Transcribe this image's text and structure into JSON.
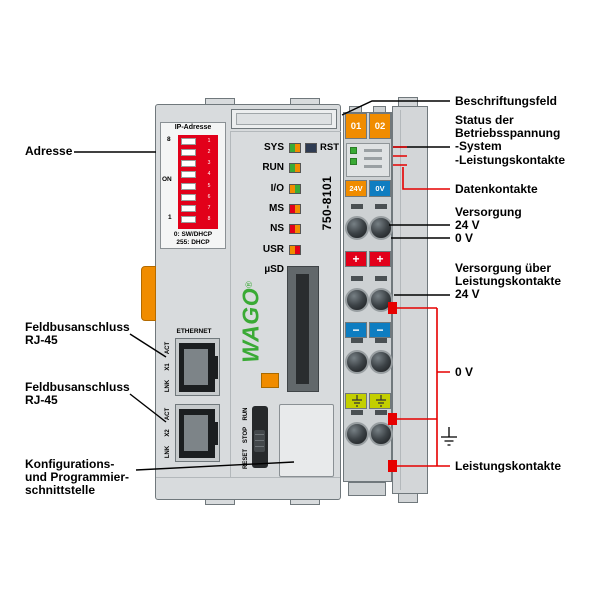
{
  "annotations": {
    "adresse": "Adresse",
    "feldbus1_line1": "Feldbusanschluss",
    "feldbus1_line2": "RJ-45",
    "feldbus2_line1": "Feldbusanschluss",
    "feldbus2_line2": "RJ-45",
    "konfig_line1": "Konfigurations-",
    "konfig_line2": "und Programmier-",
    "konfig_line3": "schnittstelle",
    "beschriftungsfeld": "Beschriftungsfeld",
    "status_line1": "Status der",
    "status_line2": "Betriebsspannung",
    "status_line3": "-System",
    "status_line4": "-Leistungskontakte",
    "datenkontakte": "Datenkontakte",
    "versorgung": "Versorgung",
    "versorgung_24v": "24 V",
    "versorgung_0v": "0 V",
    "vlk_line1": "Versorgung über",
    "vlk_line2": "Leistungskontakte",
    "vlk_line3": "24 V",
    "null_v": "0 V",
    "leistungskontakte": "Leistungskontakte"
  },
  "device": {
    "dip_title": "IP-Adresse",
    "dip_top": "8",
    "dip_on": "ON",
    "dip_bottom": "1",
    "dip_numbers": [
      "1",
      "2",
      "3",
      "4",
      "5",
      "6",
      "7",
      "8"
    ],
    "dip_note1": "0: SW/DHCP",
    "dip_note2": "255: DHCP",
    "led_sys": "SYS",
    "led_run": "RUN",
    "led_io": "I/O",
    "led_ms": "MS",
    "led_ns": "NS",
    "led_usr": "USR",
    "led_usd": "µSD",
    "rst": "RST",
    "model": "750-8101",
    "brand": "WAGO",
    "brand_reg": "®",
    "ethernet": "ETHERNET",
    "port1_act": "ACT",
    "port1_x": "X1",
    "port1_lnk": "LNK",
    "port2_act": "ACT",
    "port2_x": "X2",
    "port2_lnk": "LNK",
    "mode_run": "RUN",
    "mode_stop": "STOP",
    "mode_reset": "RESET",
    "conn_01": "01",
    "conn_02": "02",
    "t_24v": "24V",
    "t_0v": "0V",
    "t_plus": "+",
    "t_minus": "−"
  },
  "colors": {
    "wago_green": "#3aaa35",
    "orange": "#f08c00",
    "signal_red": "#e2001a",
    "blue": "#0e7dc1",
    "pe_yellow_green": "#c3cf00",
    "callout_red": "#e60000",
    "led_colors": {
      "sys": [
        "#3aaa35",
        "#f08c00"
      ],
      "run": [
        "#3aaa35",
        "#f08c00"
      ],
      "io": [
        "#f08c00",
        "#3aaa35"
      ],
      "ms": [
        "#e2001a",
        "#f08c00"
      ],
      "ns": [
        "#e2001a",
        "#f08c00"
      ],
      "usr": [
        "#f08c00",
        "#e2001a"
      ]
    }
  }
}
